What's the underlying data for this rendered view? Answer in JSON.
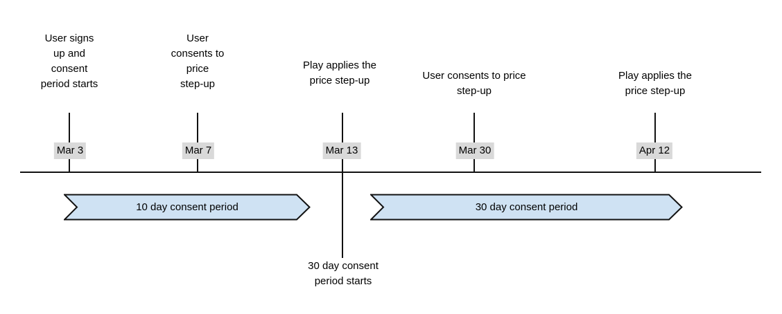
{
  "diagram": {
    "title_hint": "price step-up consent timeline",
    "events": [
      {
        "label": "User signs\nup and\nconsent\nperiod starts",
        "date": "Mar 3"
      },
      {
        "label": "User\nconsents to\nprice\nstep-up",
        "date": "Mar 7"
      },
      {
        "label": "Play applies the\nprice step-up",
        "date": "Mar 13"
      },
      {
        "label": "User consents to price\nstep-up",
        "date": "Mar 30"
      },
      {
        "label": "Play applies the\nprice step-up",
        "date": "Apr 12"
      }
    ],
    "periods": [
      {
        "label": "10 day consent period"
      },
      {
        "label": "30 day consent period"
      }
    ],
    "note": "30 day consent\nperiod starts",
    "colors": {
      "period_fill": "#cfe2f3",
      "period_border": "#111111",
      "axis_line": "#111111",
      "date_badge_bg": "#d9d9d9",
      "text": "#000000"
    }
  }
}
